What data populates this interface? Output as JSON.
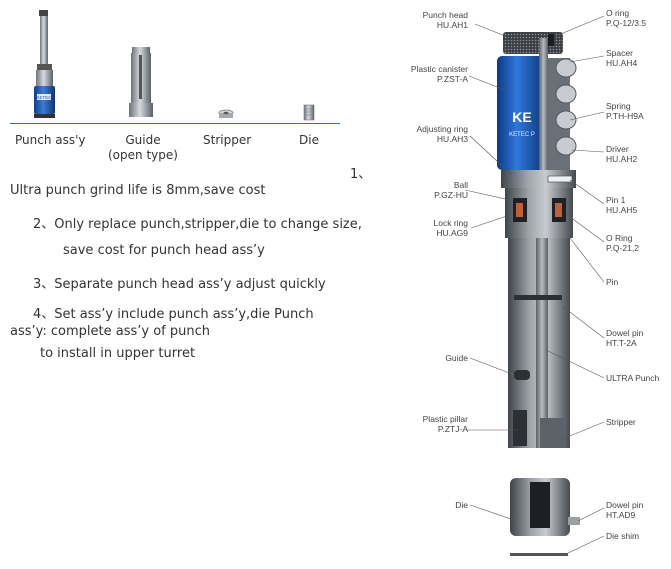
{
  "products": {
    "punch": "Punch ass'y",
    "guide_line1": "Guide",
    "guide_line2": "(open type)",
    "stripper": "Stripper",
    "die": "Die"
  },
  "number_marker": "1、",
  "features": {
    "f1": "Ultra punch grind life is 8mm,save cost",
    "f2": "2、Only replace punch,stripper,die to change size,",
    "f2b": "save cost for punch head ass’y",
    "f3": "3、Separate punch head ass’y adjust quickly",
    "f4": "4、Set ass’y include punch ass’y,die Punch",
    "f4b": "ass’y: complete ass’y of punch",
    "f4c": "to install in upper turret"
  },
  "canister_brand": "KE",
  "canister_text": "KETEC P",
  "badge_text": "KETEC",
  "left_labels": [
    {
      "name": "Punch head",
      "code": "HU.AH1"
    },
    {
      "name": "Plastic canister",
      "code": "P.ZST-A"
    },
    {
      "name": "Adjusting ring",
      "code": "HU.AH3"
    },
    {
      "name": "Ball",
      "code": "P.GZ-HU"
    },
    {
      "name": "Lock ring",
      "code": "HU.AG9"
    },
    {
      "name": "Guide",
      "code": ""
    },
    {
      "name": "Plastic pillar",
      "code": "P.ZTJ-A"
    },
    {
      "name": "Die",
      "code": ""
    }
  ],
  "right_labels": [
    {
      "name": "O ring",
      "code": "P.Q-12/3.5"
    },
    {
      "name": "Spacer",
      "code": "HU.AH4"
    },
    {
      "name": "Spring",
      "code": "P.TH-H9A"
    },
    {
      "name": "Driver",
      "code": "HU.AH2"
    },
    {
      "name": "Pin 1",
      "code": "HU.AH5"
    },
    {
      "name": "O Ring",
      "code": "P.Q-21,2"
    },
    {
      "name": "Pin",
      "code": ""
    },
    {
      "name": "Dowel pin",
      "code": "HT.T-2A"
    },
    {
      "name": "ULTRA Punch",
      "code": ""
    },
    {
      "name": "Stripper",
      "code": ""
    },
    {
      "name": "Dowel pin",
      "code": "HT.AD9"
    },
    {
      "name": "Die shim",
      "code": ""
    }
  ],
  "colors": {
    "accent_blue": "#1f5fb8",
    "steel_dark": "#4a4f55",
    "steel_mid": "#8a9097",
    "steel_light": "#c9cdd1",
    "divider": "#3a66b0"
  }
}
